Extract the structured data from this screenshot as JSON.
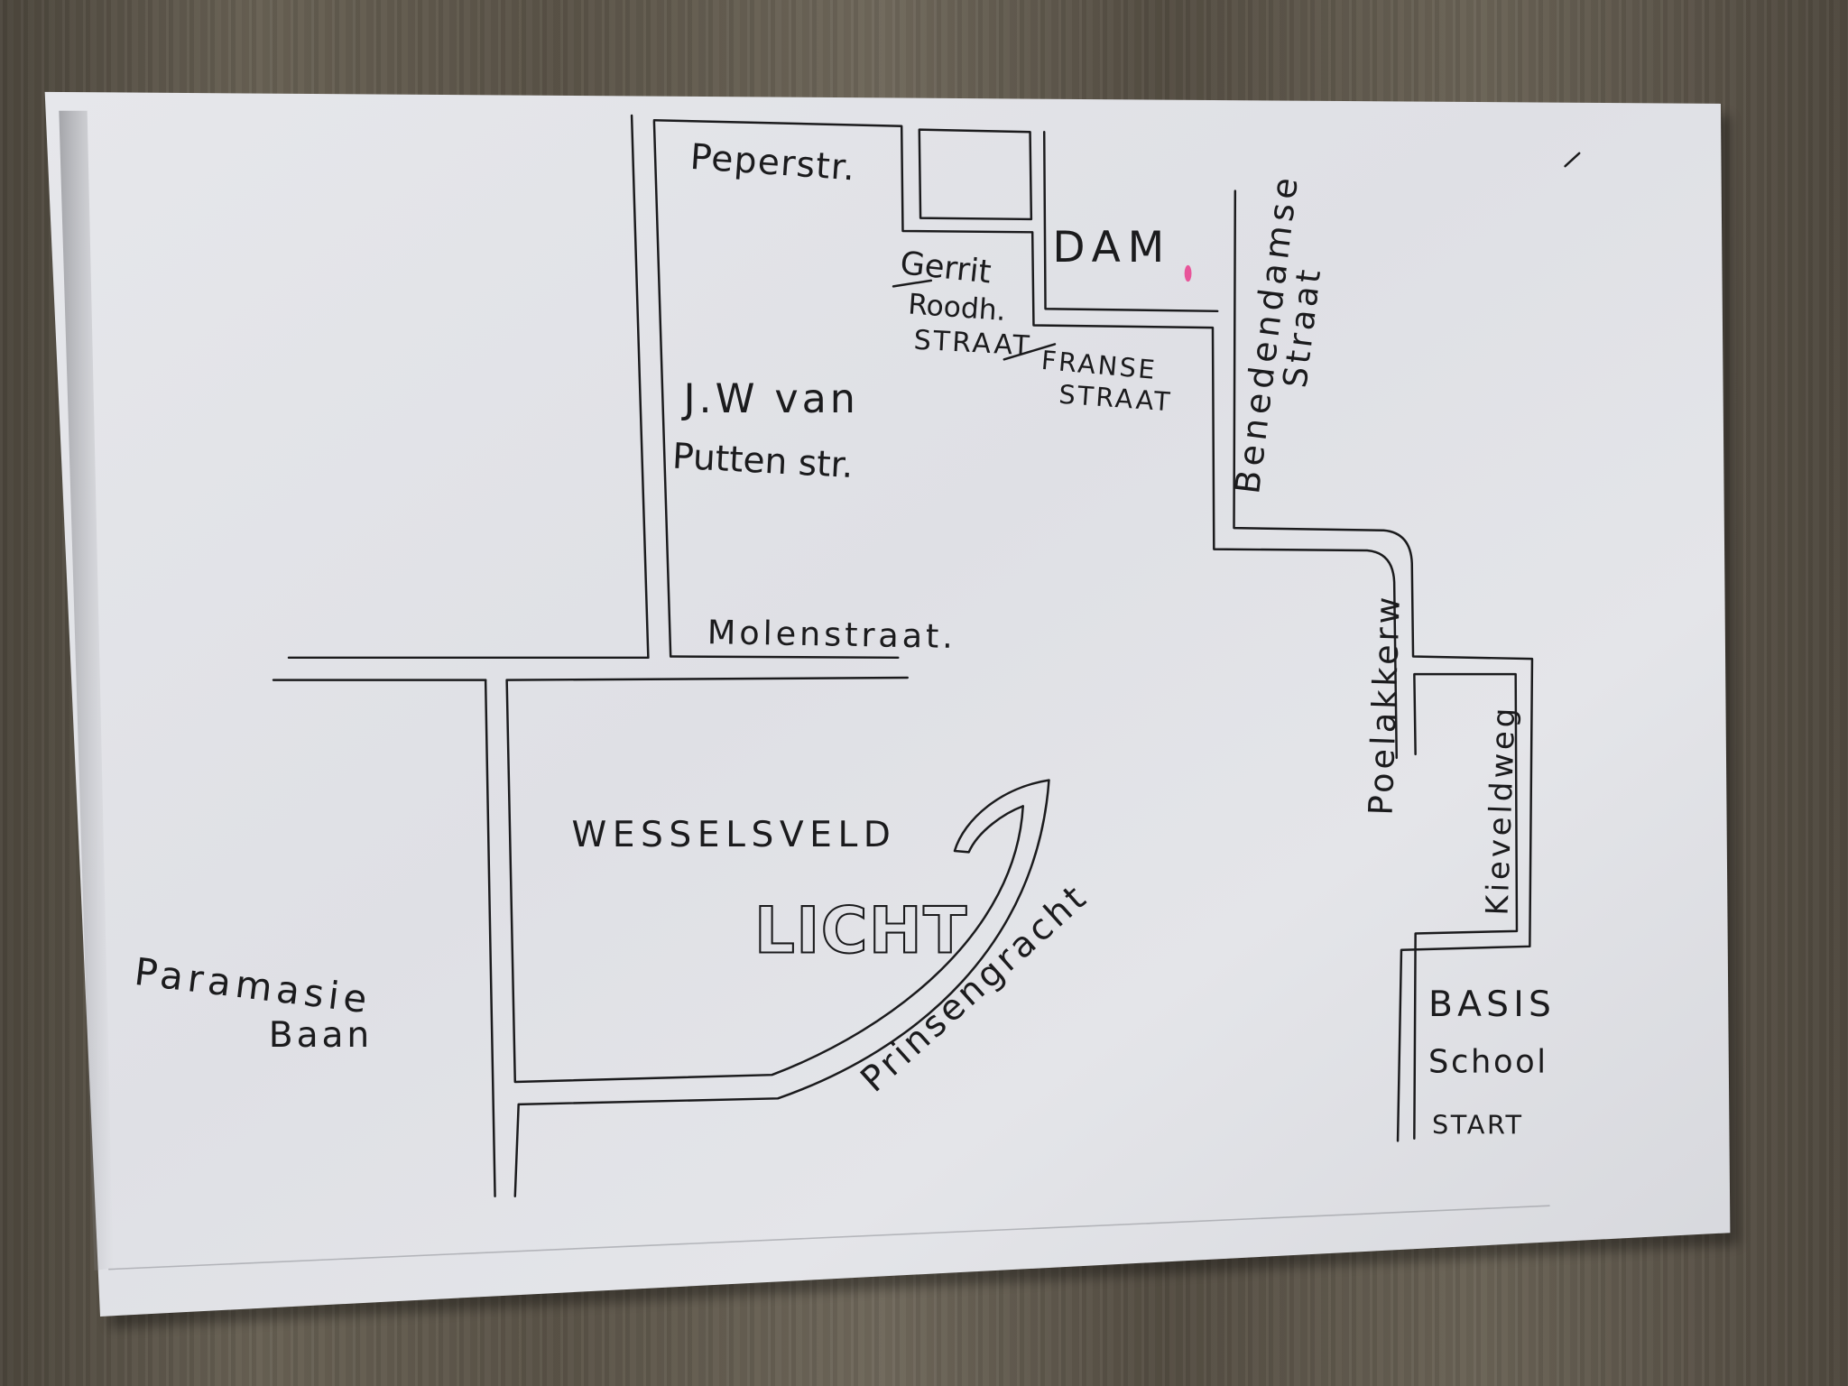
{
  "map": {
    "streets": {
      "peperstraat": "Peperstr.",
      "gerrit_roodh": [
        "Gerrit",
        "Roodh.",
        "STRAAT"
      ],
      "franse_straat": [
        "FRANSE",
        "STRAAT"
      ],
      "benedendamse_straat": [
        "Benedendamse",
        "Straat"
      ],
      "jw_van_putten": [
        "J.W van",
        "Putten str."
      ],
      "molenstraat": "Molenstraat.",
      "prinsengracht": "Prinsengracht",
      "paramasie_baan": [
        "Paramasie",
        "Baan"
      ],
      "poelakkerw": "Poelakkerw",
      "kieveldweg": "Kieveldweg"
    },
    "places": {
      "dam": "DAM",
      "wesselsveld": "WESSELSVELD",
      "licht": "LICHT",
      "basis_school": [
        "BASIS",
        "School",
        "START"
      ]
    }
  },
  "colors": {
    "ink": "#1b1b1d",
    "paper": "#e3e4e8",
    "highlight": "#e8559a"
  }
}
